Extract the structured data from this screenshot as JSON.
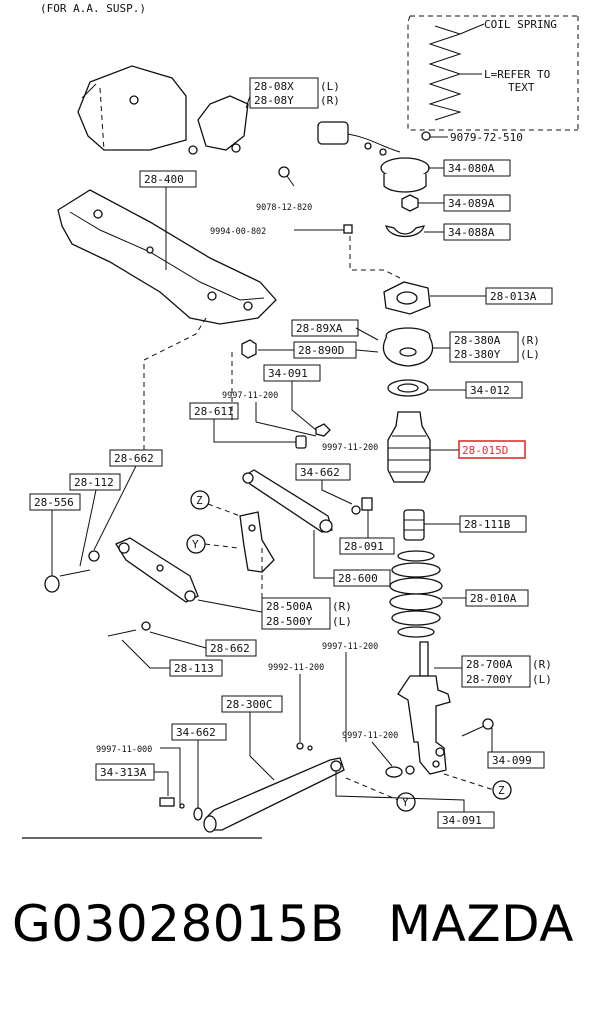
{
  "header": {
    "note": "(FOR A.A. SUSP.)"
  },
  "coil_note": {
    "title": "COIL SPRING",
    "line1": "L=REFER TO",
    "line2": "TEXT"
  },
  "labels": {
    "p28_08x": "28-08X",
    "p28_08x_side": "(L)",
    "p28_08y": "28-08Y",
    "p28_08y_side": "(R)",
    "p9079": "9079-72-510",
    "p34_080a": "34-080A",
    "p28_400": "28-400",
    "p9078": "9078-12-820",
    "p34_089a": "34-089A",
    "p9994": "9994-00-802",
    "p34_088a": "34-088A",
    "p28_013a": "28-013A",
    "p28_89xa": "28-89XA",
    "p28_890d": "28-890D",
    "p28_380a": "28-380A",
    "p28_380a_side": "(R)",
    "p28_380y": "28-380Y",
    "p28_380y_side": "(L)",
    "p34_091_top": "34-091",
    "p34_012": "34-012",
    "p9997_a": "9997-11-200",
    "p28_611": "28-611",
    "p9997_b": "9997-11-200",
    "p28_015d": "28-015D",
    "p28_662_a": "28-662",
    "p34_662_a": "34-662",
    "p28_112": "28-112",
    "p28_556": "28-556",
    "p28_111b": "28-111B",
    "p28_091": "28-091",
    "circle_z": "Z",
    "circle_y": "Y",
    "p28_600": "28-600",
    "p28_010a": "28-010A",
    "p28_500a": "28-500A",
    "p28_500a_side": "(R)",
    "p28_500y": "28-500Y",
    "p28_500y_side": "(L)",
    "p28_662_b": "28-662",
    "p9997_c": "9997-11-200",
    "p28_113": "28-113",
    "p9992": "9992-11-200",
    "p28_700a": "28-700A",
    "p28_700a_side": "(R)",
    "p28_700y": "28-700Y",
    "p28_700y_side": "(L)",
    "p28_300c": "28-300C",
    "p34_662_b": "34-662",
    "p9997_d": "9997-11-000",
    "p9997_e": "9997-11-200",
    "p34_099": "34-099",
    "p34_313a": "34-313A",
    "circle_z2": "Z",
    "circle_y2": "Y",
    "p34_091_bottom": "34-091"
  },
  "footer": {
    "part_number": "G03028015B",
    "brand": "MAZDA"
  },
  "highlight_color": "#e03030"
}
